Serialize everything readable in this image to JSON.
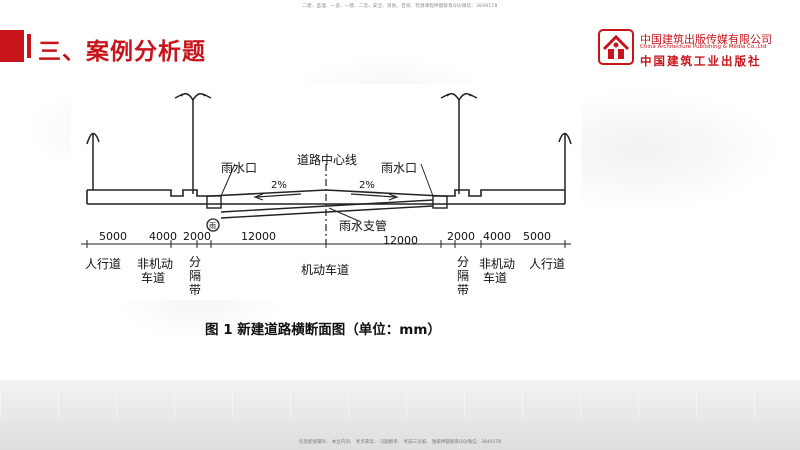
{
  "header": {
    "notice": "二建、监理、一造、一建、二造、安全、消防、咨询、检测课程押题联系QQ/微信：3849178",
    "section_title": "三、案例分析题"
  },
  "logo": {
    "name_cn": "中国建筑出版传媒有限公司",
    "name_en": "China Architecture Publishing & Media Co.,Ltd",
    "name_cn_script": "中国建筑工业出版社"
  },
  "figure": {
    "caption": "图 1 新建道路横断面图（单位：mm）",
    "labels": {
      "centerline": "道路中心线",
      "inlet_left": "雨水口",
      "inlet_right": "雨水口",
      "slope_left": "2%",
      "slope_right": "2%",
      "branch_pipe": "雨水支管",
      "rain_mark": "雨"
    },
    "dimensions_left": [
      "5000",
      "4000",
      "2000",
      "12000"
    ],
    "dimensions_right": [
      "12000",
      "2000",
      "4000",
      "5000"
    ],
    "zones_left": {
      "sidewalk": "人行道",
      "nonmotor_line1": "非机动",
      "nonmotor_line2": "车道",
      "divider_1": "分",
      "divider_2": "隔",
      "divider_3": "带"
    },
    "zone_center": "机动车道",
    "zones_right": {
      "divider_1": "分",
      "divider_2": "隔",
      "divider_3": "带",
      "nonmotor_line1": "非机动",
      "nonmotor_line2": "车道",
      "sidewalk": "人行道"
    }
  },
  "footer": {
    "notice": "包括新规辅导、 本业内训、 考点来读、 习题模考、 考前三页纸、 独家押题联系QQ/微信：3849178"
  },
  "colors": {
    "brand_red": "#c8141b"
  }
}
